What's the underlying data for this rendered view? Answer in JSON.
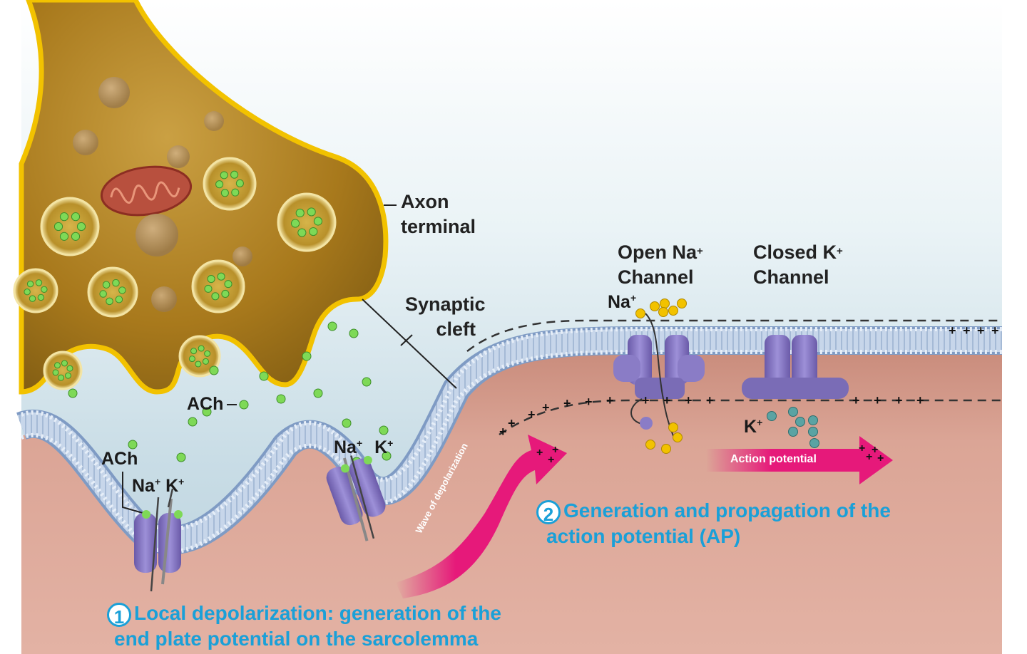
{
  "labels": {
    "axon_terminal_1": "Axon",
    "axon_terminal_2": "terminal",
    "synaptic_cleft_1": "Synaptic",
    "synaptic_cleft_2": "cleft",
    "open_na_1": "Open Na",
    "open_na_2": "Channel",
    "closed_k_1": "Closed K",
    "closed_k_2": "Channel",
    "ach_upper": "ACh",
    "ach_lower": "ACh",
    "plus": "+"
  },
  "ions": {
    "na": "Na",
    "k": "K",
    "na_top": "Na",
    "k_lower": "K"
  },
  "steps": {
    "step1_number": "1",
    "step1_line1": "Local depolarization: generation of the",
    "step1_line2": "end plate potential on the sarcolemma",
    "step2_number": "2",
    "step2_line1": "Generation and propagation of the",
    "step2_line2": "action potential (AP)"
  },
  "arrows": {
    "wave": "Wave of depolarization",
    "action_potential": "Action potential"
  },
  "colors": {
    "axon_fill": "#b8860b",
    "axon_outline": "#f2c200",
    "muscle": "#d9a090",
    "membrane": "#a9bdd8",
    "channel": "#8a7cc6",
    "ach": "#7ed957",
    "na_ion": "#f2c200",
    "k_ion": "#5aa3a3",
    "arrow": "#e6197a",
    "step_text": "#1aa0d8"
  }
}
